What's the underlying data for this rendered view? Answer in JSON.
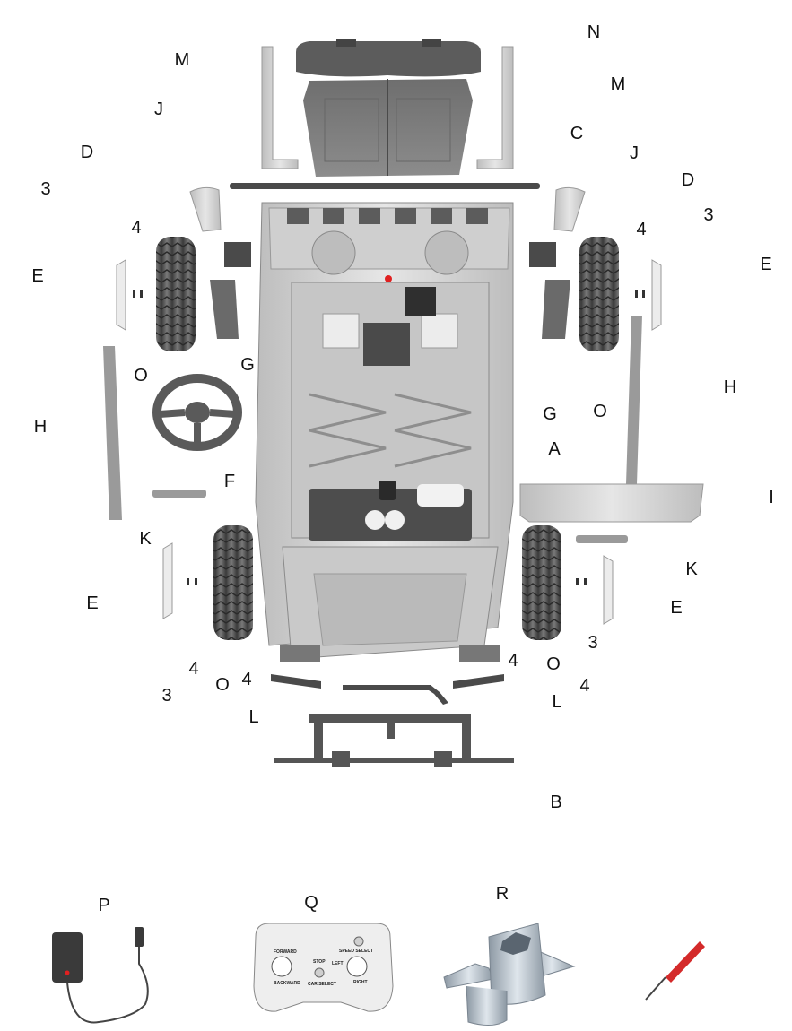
{
  "labels": {
    "N": "N",
    "M": "M",
    "J": "J",
    "D": "D",
    "C": "C",
    "three": "3",
    "four": "4",
    "E": "E",
    "G": "G",
    "O": "O",
    "H": "H",
    "A": "A",
    "F": "F",
    "I": "I",
    "K": "K",
    "L": "L",
    "B": "B",
    "P": "P",
    "Q": "Q",
    "R": "R"
  },
  "remote": {
    "forward": "FORWARD",
    "backward": "BACKWARD",
    "stop": "STOP",
    "left": "LEFT",
    "right": "RIGHT",
    "speed_select": "SPEED SELECT",
    "car_select": "CAR SELECT"
  },
  "colors": {
    "part_light": "#d9d9d9",
    "part_mid": "#a9a9a9",
    "part_dark": "#5a5a5a",
    "charger_led": "#e02020",
    "screwdriver_handle": "#d42a2a",
    "wrench": "#b8c2cc"
  }
}
